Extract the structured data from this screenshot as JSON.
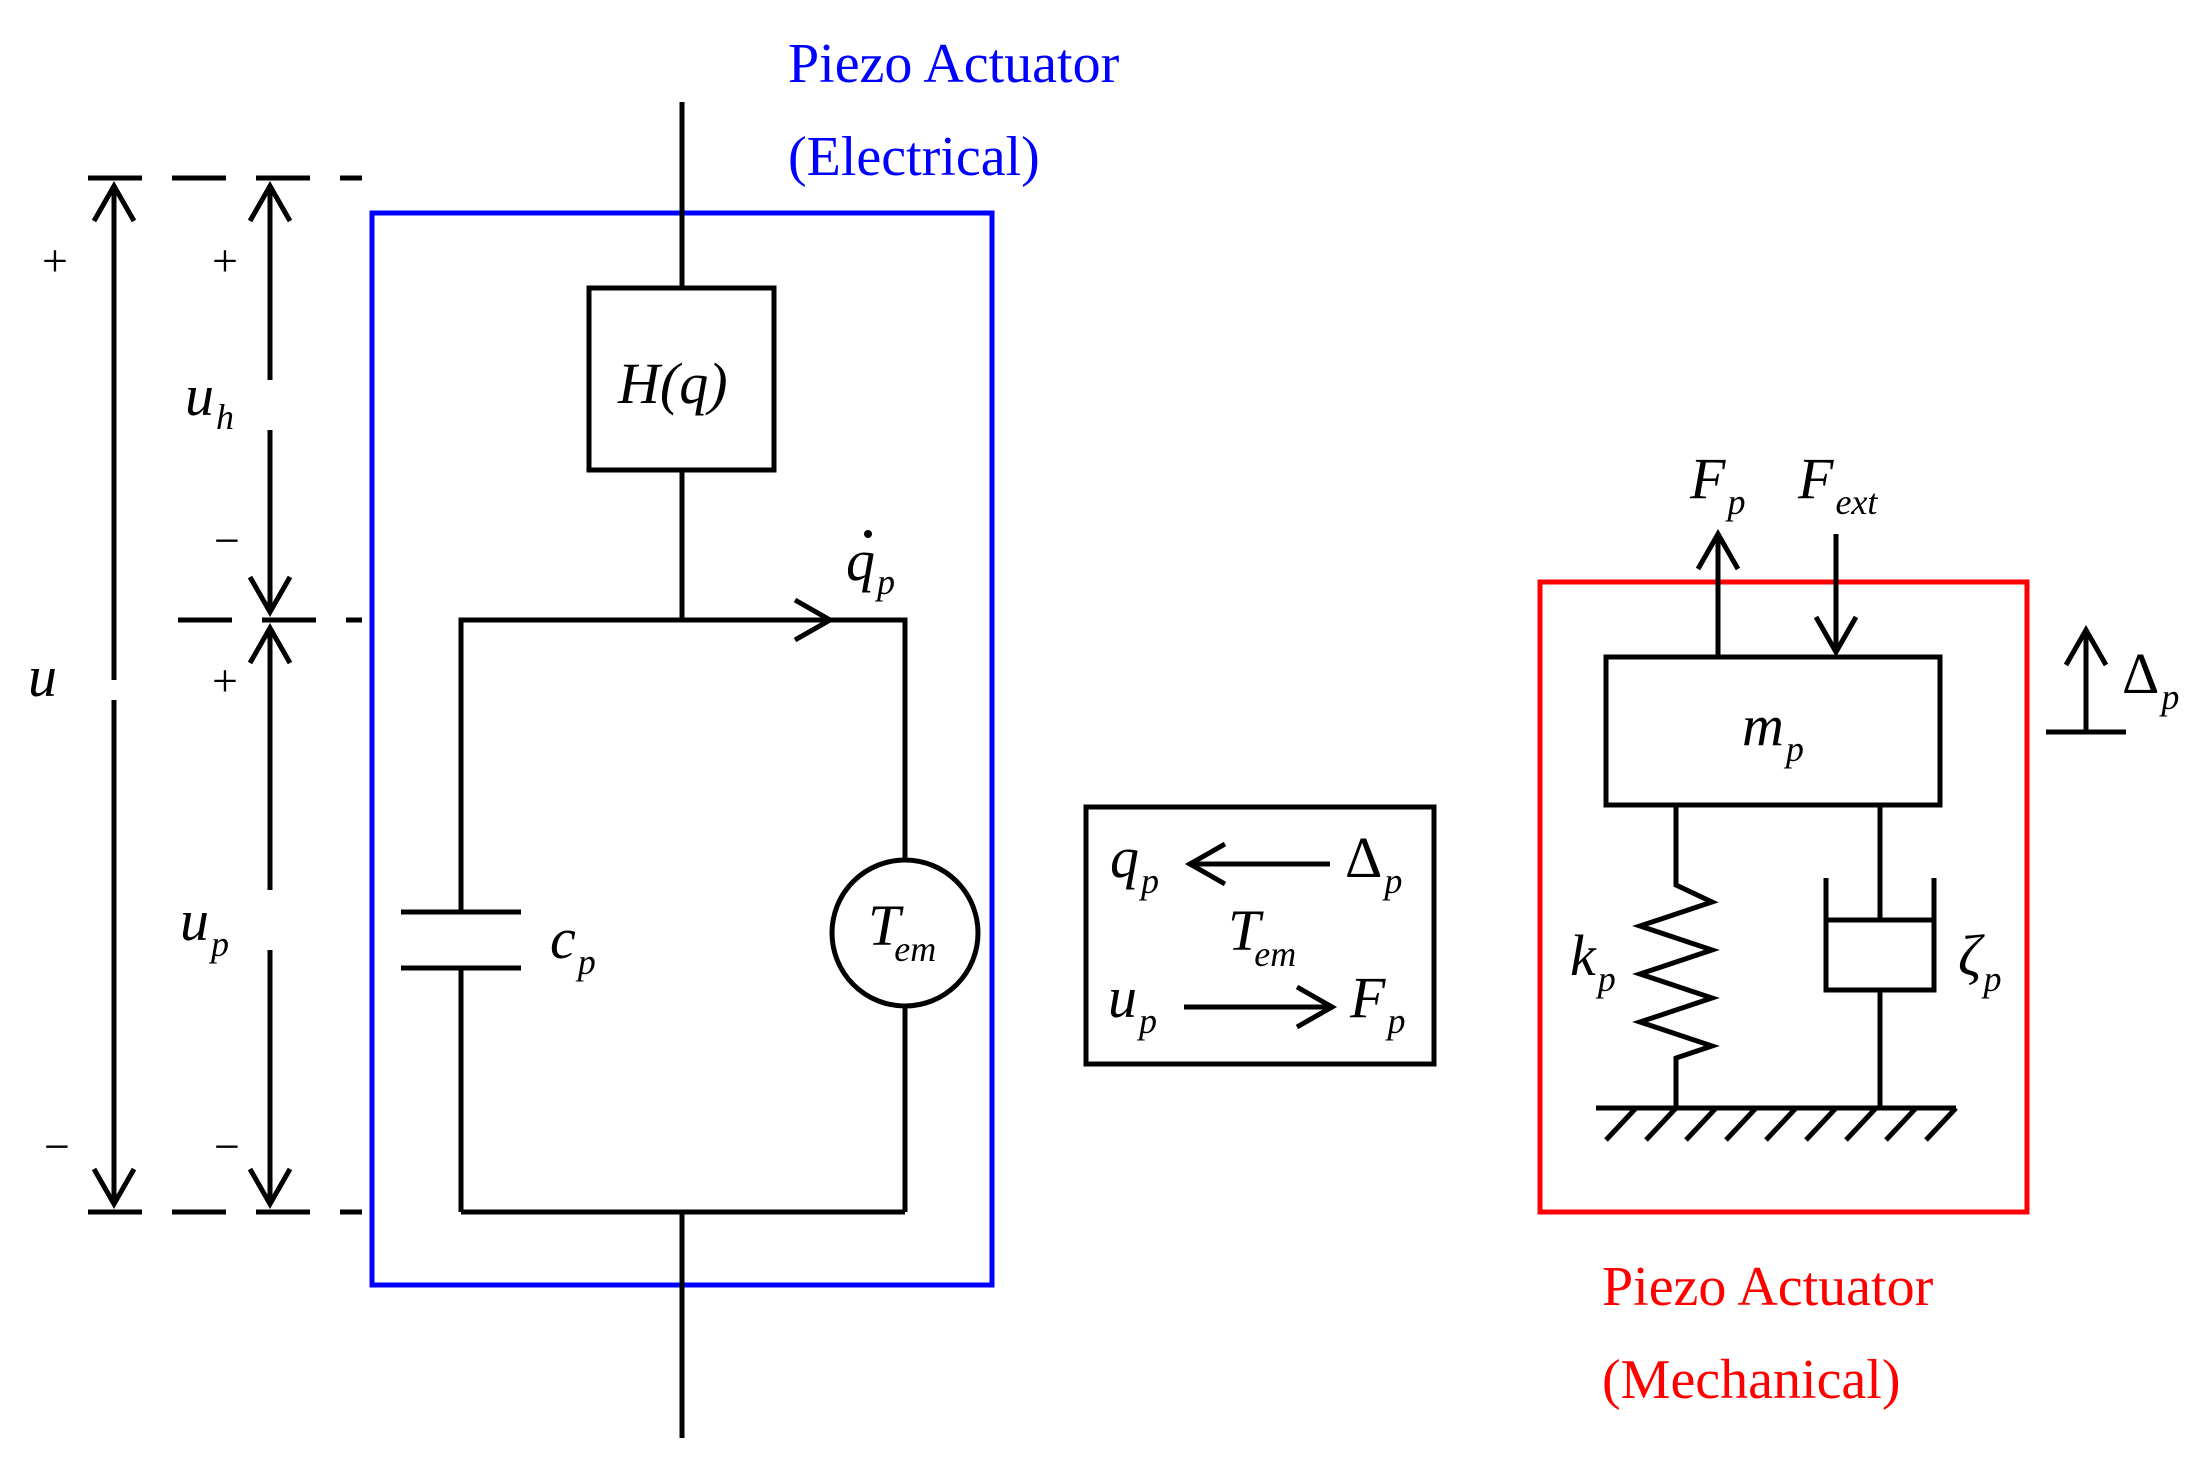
{
  "colors": {
    "electrical_box": "#0000ff",
    "mechanical_box": "#ff0000",
    "lines": "#000000"
  },
  "electrical": {
    "title_line1": "Piezo Actuator",
    "title_line2": "(Electrical)",
    "hysteresis_label": "H(q)",
    "current_label": "q",
    "current_sub": "p",
    "capacitor_label": "c",
    "capacitor_sub": "p",
    "transformer_label": "T",
    "transformer_sub": "em"
  },
  "voltages": {
    "total": "u",
    "hysteresis": "u",
    "hysteresis_sub": "h",
    "piezo": "u",
    "piezo_sub": "p",
    "plus": "+",
    "minus": "−"
  },
  "coupling": {
    "q": "q",
    "q_sub": "p",
    "delta": "Δ",
    "delta_sub": "p",
    "t": "T",
    "t_sub": "em",
    "u": "u",
    "u_sub": "p",
    "f": "F",
    "f_sub": "p"
  },
  "mechanical": {
    "title_line1": "Piezo Actuator",
    "title_line2": "(Mechanical)",
    "force_p": "F",
    "force_p_sub": "p",
    "force_ext": "F",
    "force_ext_sub": "ext",
    "mass": "m",
    "mass_sub": "p",
    "spring": "k",
    "spring_sub": "p",
    "damper": "ζ",
    "damper_sub": "p",
    "displacement": "Δ",
    "displacement_sub": "p"
  }
}
